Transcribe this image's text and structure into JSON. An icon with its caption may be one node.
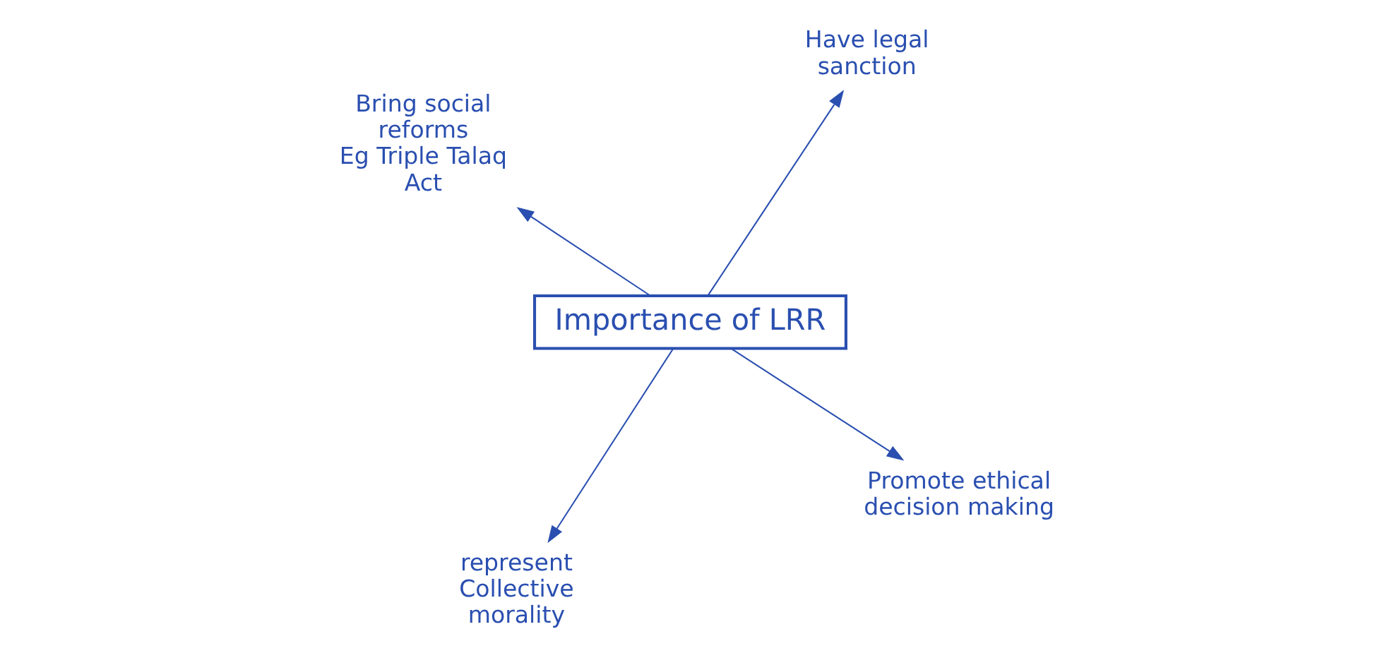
{
  "diagram": {
    "nodes": [
      {
        "text": [
          "Importance of LRR"
        ]
      },
      {
        "text": [
          "Promote ethical decision making"
        ]
      },
      {
        "text": [
          "represent Collective morality"
        ]
      },
      {
        "text": [
          "Bring social reforms",
          "Eg Triple Talaq Act"
        ]
      },
      {
        "text": [
          "Have legal sanction"
        ]
      }
    ],
    "edges": [
      {
        "from": 0,
        "to": 1,
        "arrow": "to"
      },
      {
        "from": 0,
        "to": 2,
        "arrow": "to"
      },
      {
        "from": 0,
        "to": 3,
        "arrow": "to"
      },
      {
        "from": 0,
        "to": 4,
        "arrow": "to"
      }
    ]
  }
}
